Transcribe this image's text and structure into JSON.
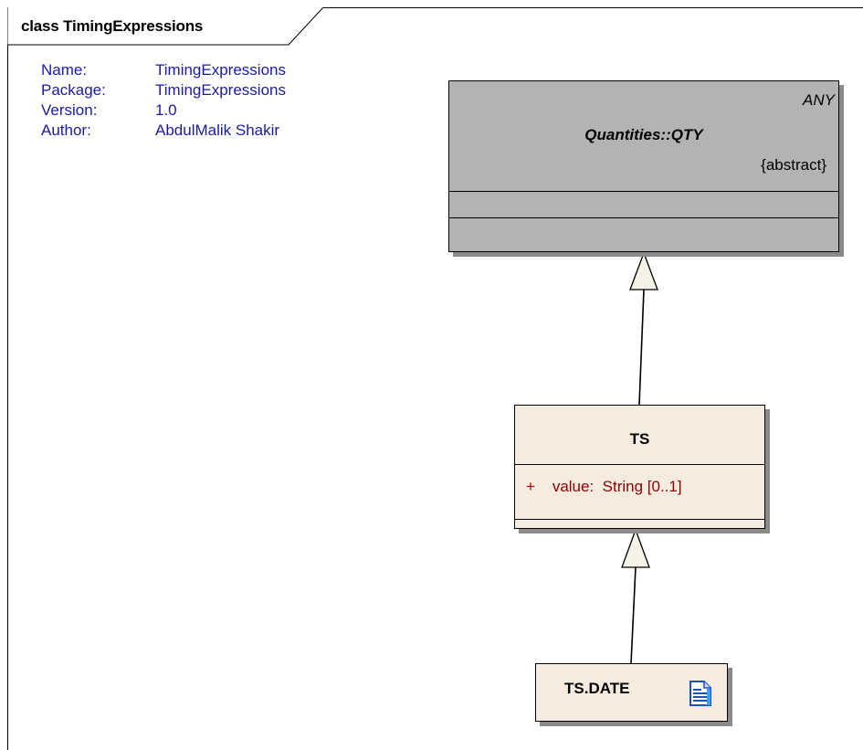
{
  "diagram": {
    "title": "class TimingExpressions",
    "metadata": [
      {
        "key": "Name:",
        "value": "TimingExpressions"
      },
      {
        "key": "Package:",
        "value": "TimingExpressions"
      },
      {
        "key": "Version:",
        "value": "1.0"
      },
      {
        "key": "Author:",
        "value": "AbdulMalik Shakir"
      }
    ]
  },
  "classes": {
    "qty": {
      "stereotype": "ANY",
      "name": "Quantities::QTY",
      "tag": "{abstract}",
      "fill": "#b3b3b3"
    },
    "ts": {
      "name": "TS",
      "attribute": "+    value:  String [0..1]",
      "fill": "#f5ecdf"
    },
    "tsdate": {
      "name": "TS.DATE",
      "icon": "note-icon"
    }
  },
  "relations": [
    {
      "type": "generalization",
      "from": "TS",
      "to": "Quantities::QTY"
    },
    {
      "type": "generalization",
      "from": "TS.DATE",
      "to": "TS"
    }
  ],
  "colors": {
    "metadata_text": "#1a1aa6",
    "attribute_text": "#8b0000",
    "shadow": "#8a8a8a"
  }
}
